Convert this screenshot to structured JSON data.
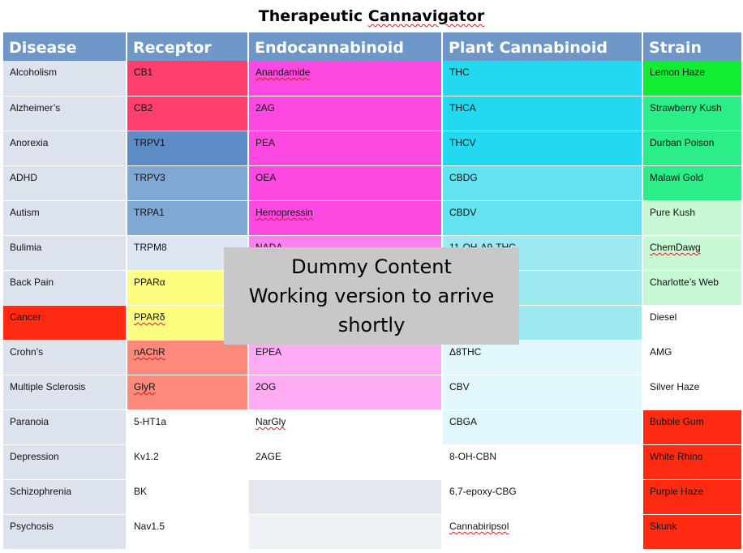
{
  "title_parts": [
    "Therapeutic",
    "Cannavigator"
  ],
  "headers": [
    "Disease",
    "Receptor",
    "Endocannabinoid",
    "Plant Cannabinoid",
    "Strain"
  ],
  "rows": [
    {
      "disease": "Alcoholism",
      "receptor": "CB1",
      "endo": "Anandamide",
      "plant": "THC",
      "strain": "Lemon Haze"
    },
    {
      "disease": "Alzheimer’s",
      "receptor": "CB2",
      "endo": "2AG",
      "plant": "THCA",
      "strain": "Strawberry Kush"
    },
    {
      "disease": "Anorexia",
      "receptor": "TRPV1",
      "endo": "PEA",
      "plant": "THCV",
      "strain": "Durban Poison"
    },
    {
      "disease": "ADHD",
      "receptor": "TRPV3",
      "endo": "OEA",
      "plant": "CBDG",
      "strain": "Malawi Gold"
    },
    {
      "disease": "Autism",
      "receptor": "TRPA1",
      "endo": "Hemopressin",
      "plant": "CBDV",
      "strain": "Pure Kush"
    },
    {
      "disease": "Bulimia",
      "receptor": "TRPM8",
      "endo": "NADA",
      "plant": "11-OH-Δ9-THC",
      "strain": "ChemDawg"
    },
    {
      "disease": "Back Pain",
      "receptor": "PPARα",
      "endo": "",
      "plant": "",
      "strain": "Charlotte’s Web"
    },
    {
      "disease": "Cancer",
      "receptor": "PPARδ",
      "endo": "",
      "plant": "",
      "strain": "Diesel"
    },
    {
      "disease": "Crohn’s",
      "receptor": "nAChR",
      "endo": "EPEA",
      "plant": "Δ8THC",
      "strain": "AMG"
    },
    {
      "disease": "Multiple Sclerosis",
      "receptor": "GlyR",
      "endo": "2OG",
      "plant": "CBV",
      "strain": "Silver Haze"
    },
    {
      "disease": "Paranoia",
      "receptor": "5-HT1a",
      "endo": "NarGly",
      "plant": "CBGA",
      "strain": "Bubble Gum"
    },
    {
      "disease": "Depression",
      "receptor": "Kv1.2",
      "endo": "2AGE",
      "plant": "8-OH-CBN",
      "strain": "White Rhino"
    },
    {
      "disease": "Schizophrenia",
      "receptor": "BK",
      "endo": "",
      "plant": "6,7-epoxy-CBG",
      "strain": "Purple Haze"
    },
    {
      "disease": "Psychosis",
      "receptor": "Nav1.5",
      "endo": "",
      "plant": "Cannabiripsol",
      "strain": "Skunk"
    }
  ],
  "overlay": {
    "line1": "Dummy Content",
    "line2": "Working version to arrive",
    "line3": "shortly"
  },
  "colors": {
    "header": "#6e97c8",
    "disease_default": "#dde3ec",
    "disease_cancer": "#fe2a12",
    "overlay": "#c8c8c8",
    "receptor": [
      "#fe3e6c",
      "#fe3e6c",
      "#5b8cc6",
      "#80a8d4",
      "#80a8d4",
      "#dde6f2",
      "#fdfd80",
      "#fdfd80",
      "#fd897c",
      "#fd897c",
      "#ffffff",
      "#ffffff",
      "#ffffff",
      "#ffffff"
    ],
    "endo": [
      "#fd48e1",
      "#fd48e1",
      "#fd48e1",
      "#fd48e1",
      "#fd48e1",
      "#fe80f0",
      "#fe80f0",
      "#fdacf3",
      "#fdacf3",
      "#fdacf3",
      "#ffffff",
      "#ffffff",
      "#e4e8ee",
      "#eef1f5"
    ],
    "plant": [
      "#22d9ef",
      "#22d9ef",
      "#22d9ef",
      "#63e2ef",
      "#63e2ef",
      "#9fe9f1",
      "#9fe9f1",
      "#9fe9f1",
      "#e1f7fb",
      "#e1f7fb",
      "#e1f7fb",
      "#ffffff",
      "#ffffff",
      "#ffffff"
    ],
    "strain": [
      "#10ed33",
      "#2cee88",
      "#2cee88",
      "#2cee88",
      "#c6f9d4",
      "#c6f9d4",
      "#c6f9d4",
      "#ffffff",
      "#ffffff",
      "#ffffff",
      "#fe2a12",
      "#fe2a12",
      "#fe2a12",
      "#fe2a12"
    ]
  },
  "spellcheck_marks": [
    "Cannavigator",
    "Anandamide",
    "Hemopressin",
    "ChemDawg",
    "PPARδ",
    "nAChR",
    "GlyR",
    "NarGly",
    "Cannabiripsol"
  ]
}
